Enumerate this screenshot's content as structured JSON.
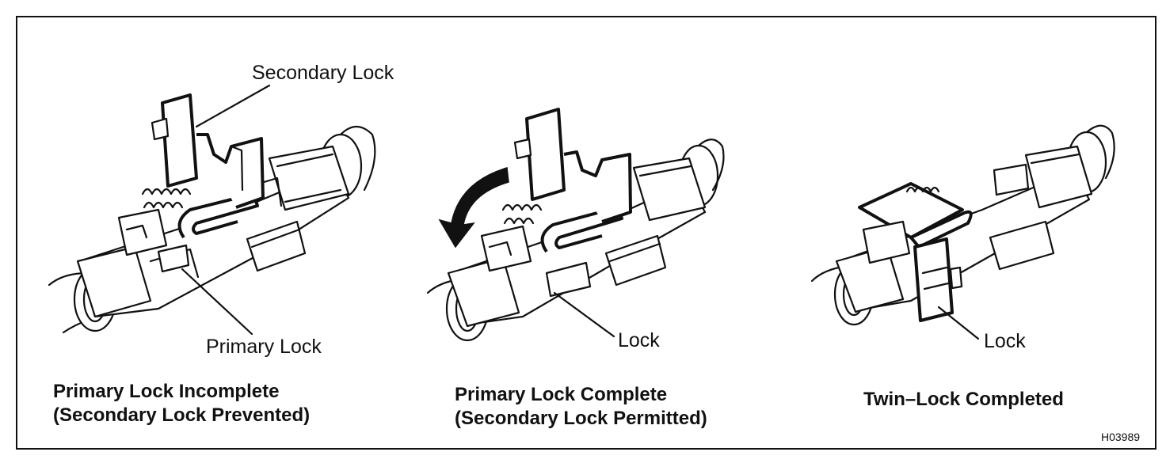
{
  "labels": {
    "secondary_lock": "Secondary Lock",
    "primary_lock": "Primary Lock",
    "lock_middle": "Lock",
    "lock_right": "Lock"
  },
  "captions": {
    "left_line1": "Primary Lock Incomplete",
    "left_line2": "(Secondary Lock Prevented)",
    "middle_line1": "Primary Lock Complete",
    "middle_line2": "(Secondary Lock Permitted)",
    "right_line1": "Twin–Lock Completed"
  },
  "figure_code": "H03989"
}
